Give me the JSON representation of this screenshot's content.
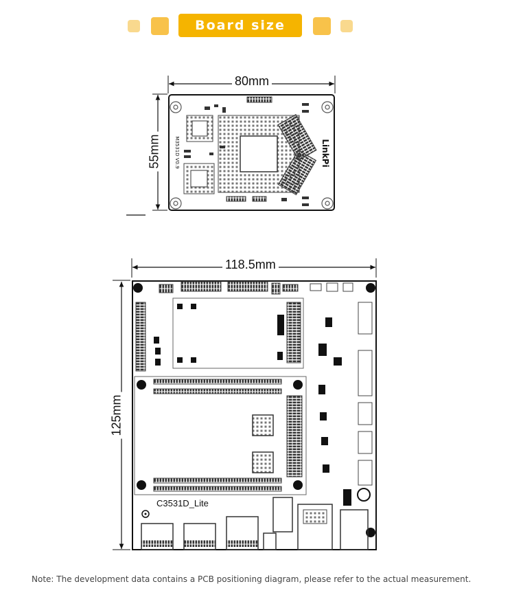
{
  "header": {
    "title": "Board size"
  },
  "board1": {
    "width_label": "80mm",
    "height_label": "55mm",
    "brand": "LinkPi",
    "model": "M3531D V0.9"
  },
  "board2": {
    "width_label": "118.5mm",
    "height_label": "125mm",
    "model": "C3531D_Lite"
  },
  "note": "Note: The development data contains a PCB positioning diagram, please refer to the actual measurement.",
  "colors": {
    "accent": "#f5b400",
    "accent_light": "#f9d98e",
    "line": "#111111"
  }
}
